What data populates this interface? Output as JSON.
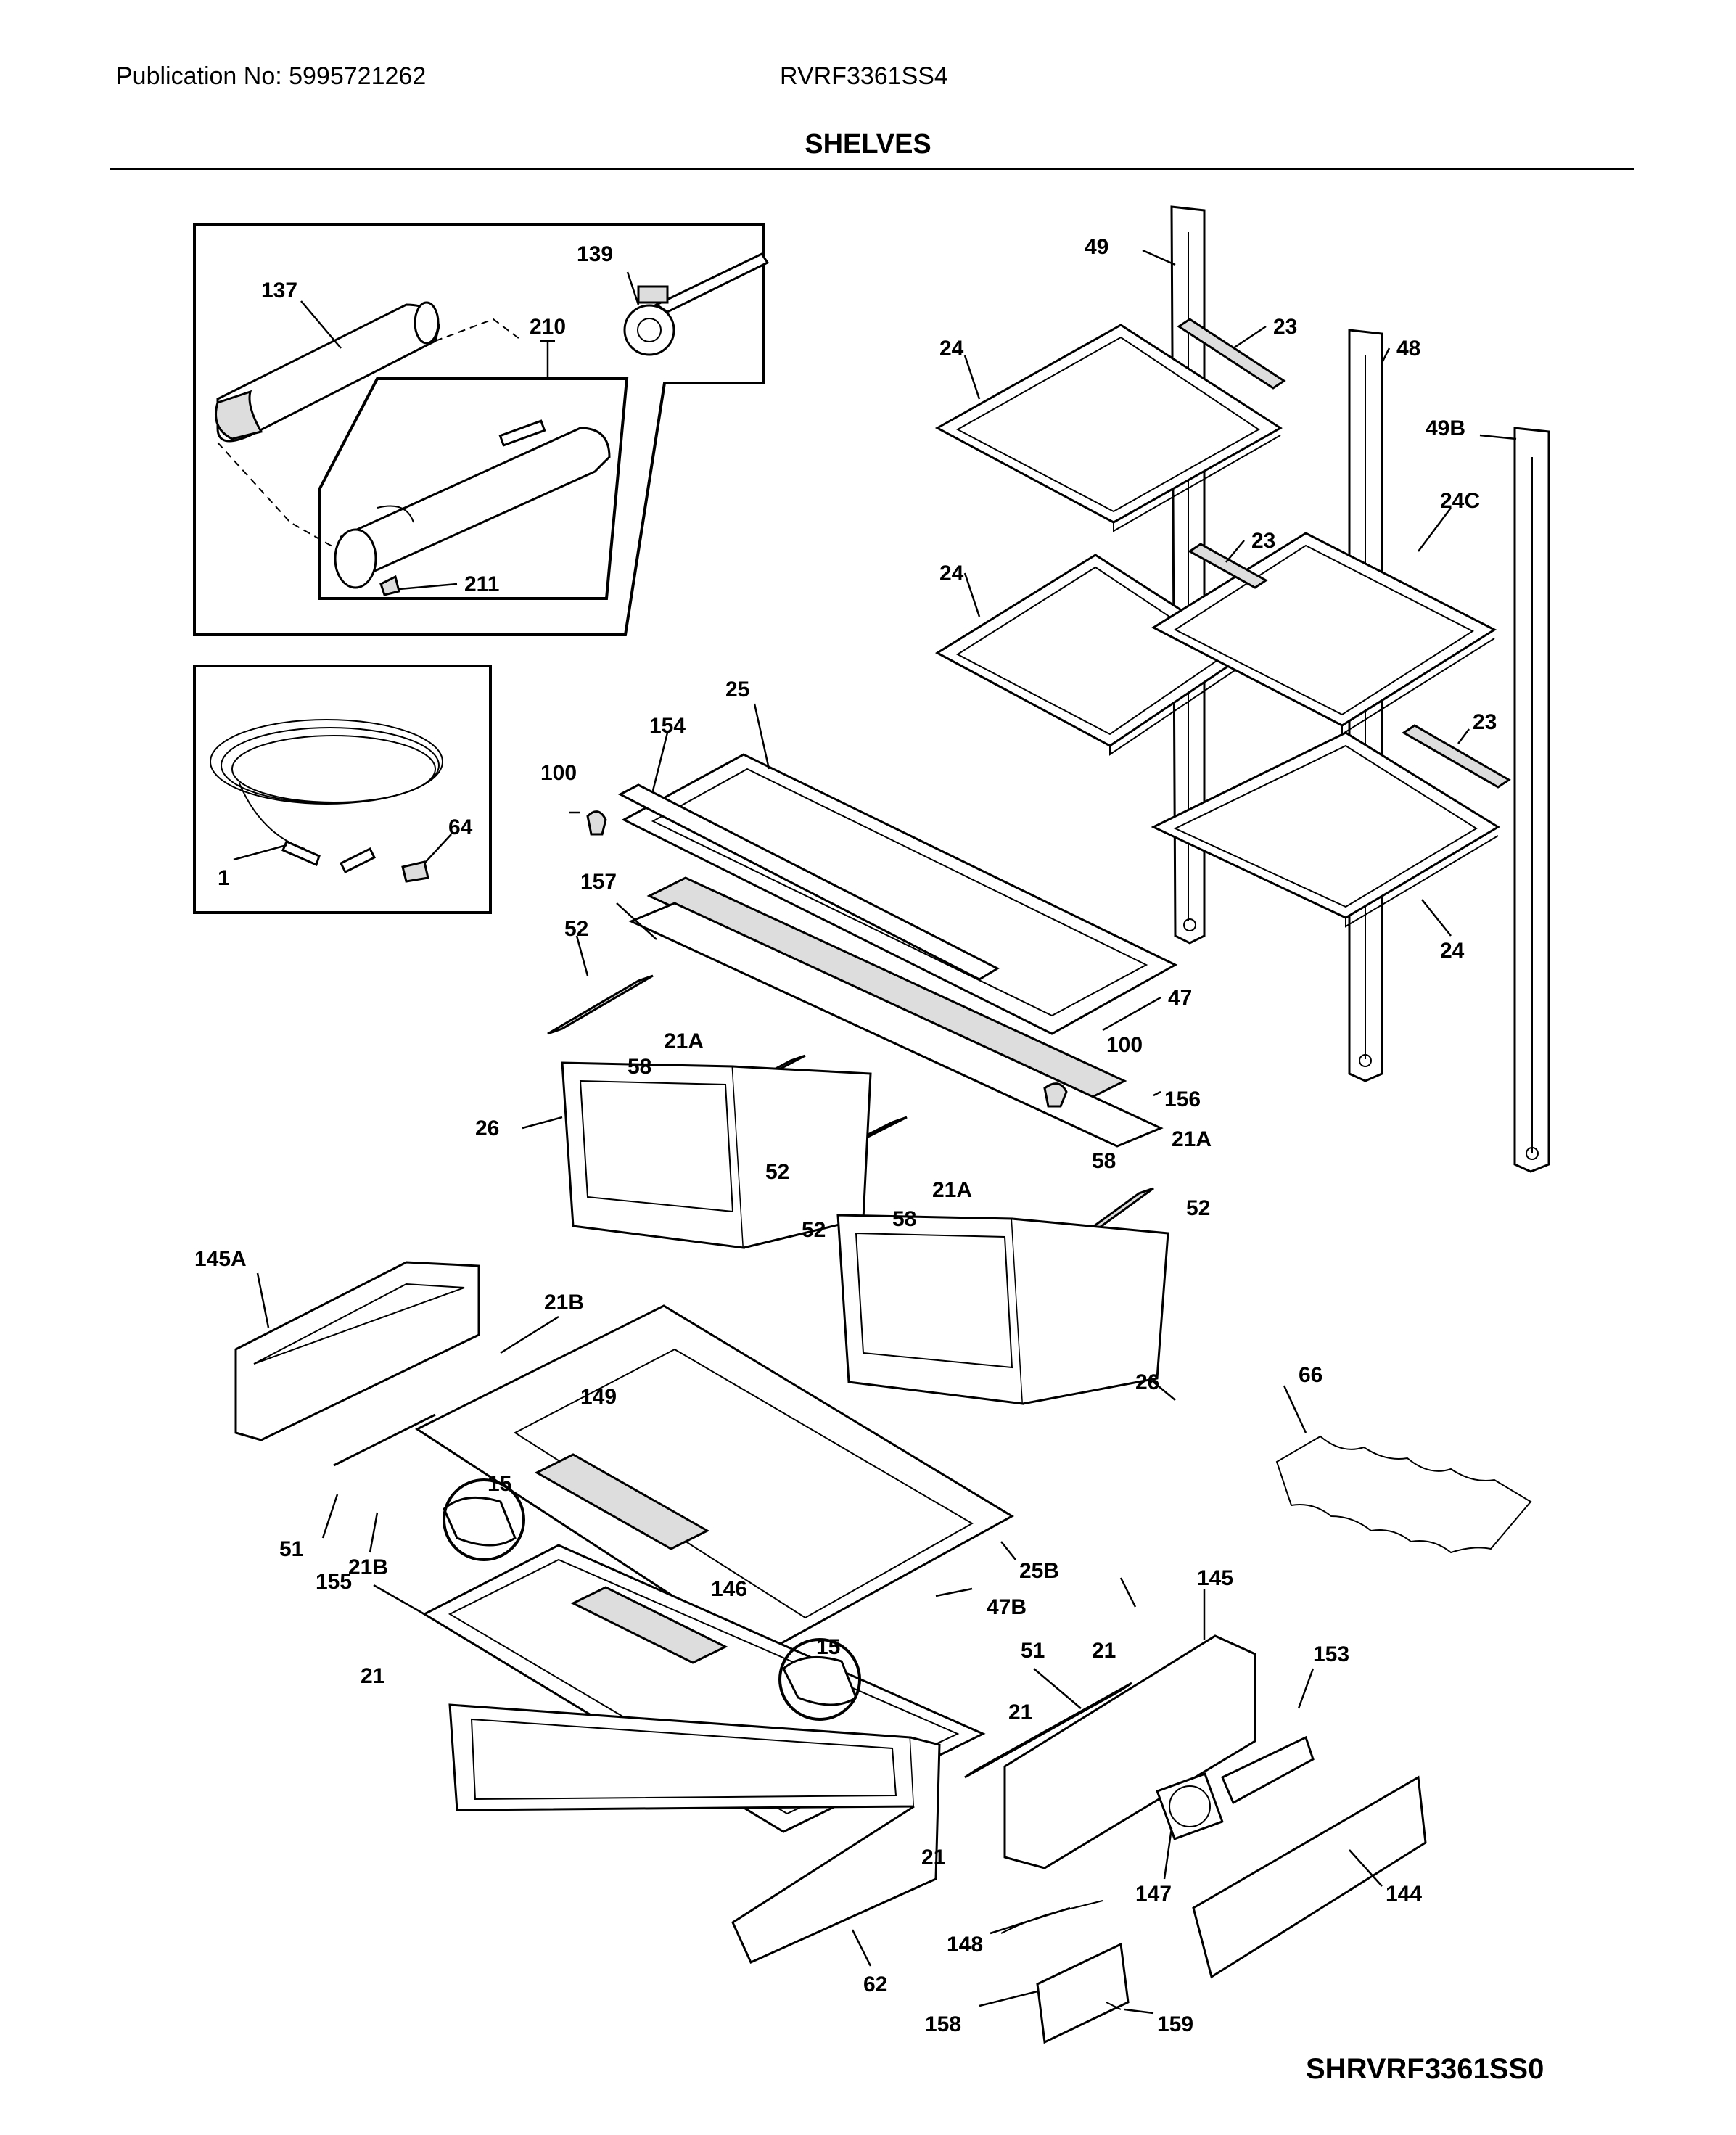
{
  "header": {
    "publication": "Publication No: 5995721262",
    "model": "RVRF3361SS4",
    "section_title": "SHELVES"
  },
  "footer_code": "SHRVRF3361SS0",
  "callouts": {
    "c137": "137",
    "c139": "139",
    "c210": "210",
    "c211": "211",
    "c1": "1",
    "c64": "64",
    "c49": "49",
    "c48": "48",
    "c49B": "49B",
    "c23a": "23",
    "c23b": "23",
    "c23c": "23",
    "c24a": "24",
    "c24b": "24",
    "c24c": "24",
    "c24C": "24C",
    "c25": "25",
    "c154": "154",
    "c100a": "100",
    "c100b": "100",
    "c157": "157",
    "c52a": "52",
    "c52b": "52",
    "c52c": "52",
    "c52d": "52",
    "c47": "47",
    "c156": "156",
    "c21Aa": "21A",
    "c21Ab": "21A",
    "c21Ac": "21A",
    "c58a": "58",
    "c58b": "58",
    "c58c": "58",
    "c26a": "26",
    "c26b": "26",
    "c145A": "145A",
    "c21Ba": "21B",
    "c21Bb": "21B",
    "c51a": "51",
    "c149": "149",
    "c15a": "15",
    "c15b": "15",
    "c25B": "25B",
    "c155": "155",
    "c146": "146",
    "c47B": "47B",
    "c21a": "21",
    "c21b": "21",
    "c21c": "21",
    "c21d": "21",
    "c51b": "51",
    "c145": "145",
    "c153": "153",
    "c66": "66",
    "c62": "62",
    "c148": "148",
    "c147": "147",
    "c144": "144",
    "c158": "158",
    "c159": "159"
  }
}
